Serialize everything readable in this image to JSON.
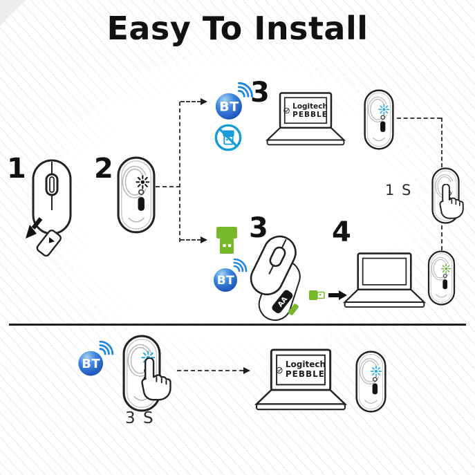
{
  "title": "Easy To Install",
  "steps": {
    "one": "1",
    "two": "2",
    "three_bluetooth": "3",
    "three_receiver": "3",
    "four": "4"
  },
  "timers": {
    "direct_press": "1 S",
    "long_press": "3 S"
  },
  "bluetooth": {
    "label": "BT"
  },
  "laptop_screen": {
    "brand": "Logitech",
    "model": "PEBBLE"
  },
  "battery": {
    "label": "AA"
  },
  "colors": {
    "bluetooth_sphere": "#2f6fce",
    "wireless_wave": "#1d86e0",
    "no_receiver_blue": "#189cd8",
    "receiver_green": "#76b82a",
    "status_light_blue": "#29abe2",
    "status_light_green": "#6db33f",
    "line_black": "#1c1c1c"
  }
}
